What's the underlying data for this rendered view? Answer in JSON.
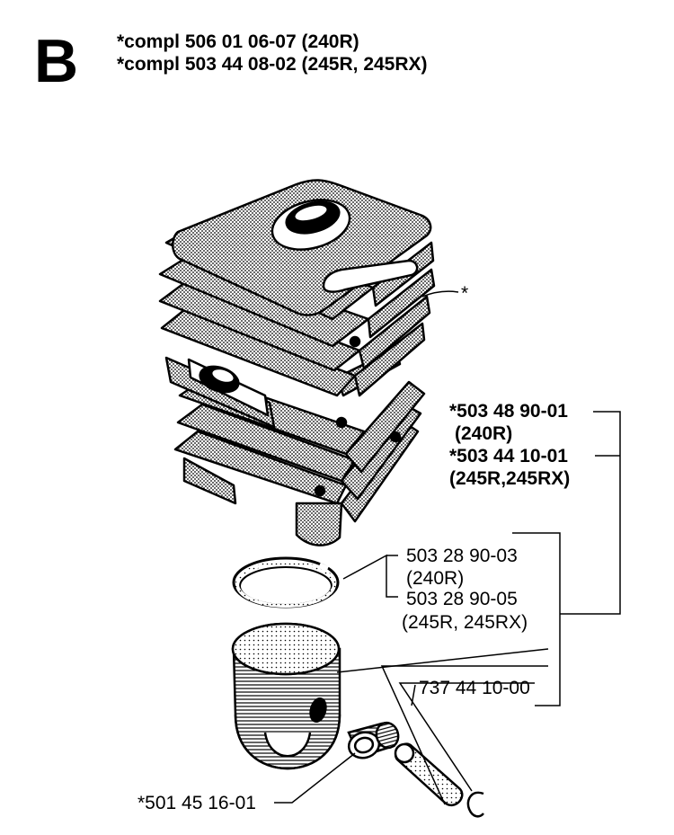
{
  "page": {
    "section_letter": "B",
    "titles": [
      "*compl 506 01 06-07 (240R)",
      "*compl 503 44 08-02 (245R, 245RX)"
    ]
  },
  "callouts": {
    "cylinder_marker": "*",
    "cylinder_240r_part": "*503 48 90-01",
    "cylinder_240r_model": "(240R)",
    "cylinder_245r_part": "*503 44 10-01",
    "cylinder_245r_model": "(245R,245RX)",
    "ring_240r_part": "503 28 90-03",
    "ring_240r_model": "(240R)",
    "ring_245r_part": "503 28 90-05",
    "ring_245r_model": "(245R, 245RX)",
    "piston_pin_part": "737 44 10-00",
    "bearing_part": "*501 45 16-01"
  }
}
